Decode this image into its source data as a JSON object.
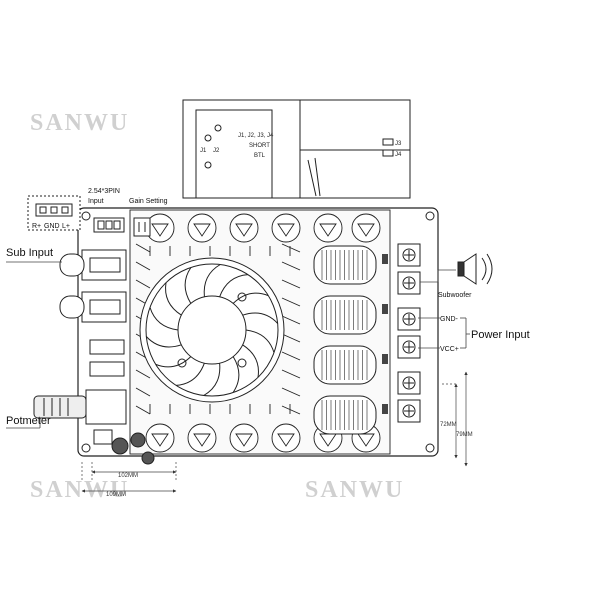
{
  "watermark": {
    "text": "SANWU"
  },
  "inset": {
    "line1": "J1, J2, J3, J4",
    "line2": "SHORT",
    "line3": "BTL",
    "j1": "J1",
    "j2": "J2",
    "j3": "J3",
    "j4": "J4"
  },
  "labels": {
    "pin_header": "2.54*3PIN",
    "input": "Input",
    "gain_setting": "Gain Setting",
    "gnd": "GND",
    "r_plus": "R+",
    "l_plus": "L+",
    "sub_input": "Sub Input",
    "potmeter": "Potmeter",
    "subwoofer": "Subwoofer",
    "gnd_minus": "GND-",
    "vcc_plus": "VCC+",
    "power_input": "Power Input"
  },
  "dimensions": {
    "width_inner": "102MM",
    "width_outer": "109MM",
    "height_inner": "72MM",
    "height_outer": "79MM"
  },
  "colors": {
    "line": "#222222",
    "watermark": "#d0d0d0",
    "background": "#ffffff"
  }
}
